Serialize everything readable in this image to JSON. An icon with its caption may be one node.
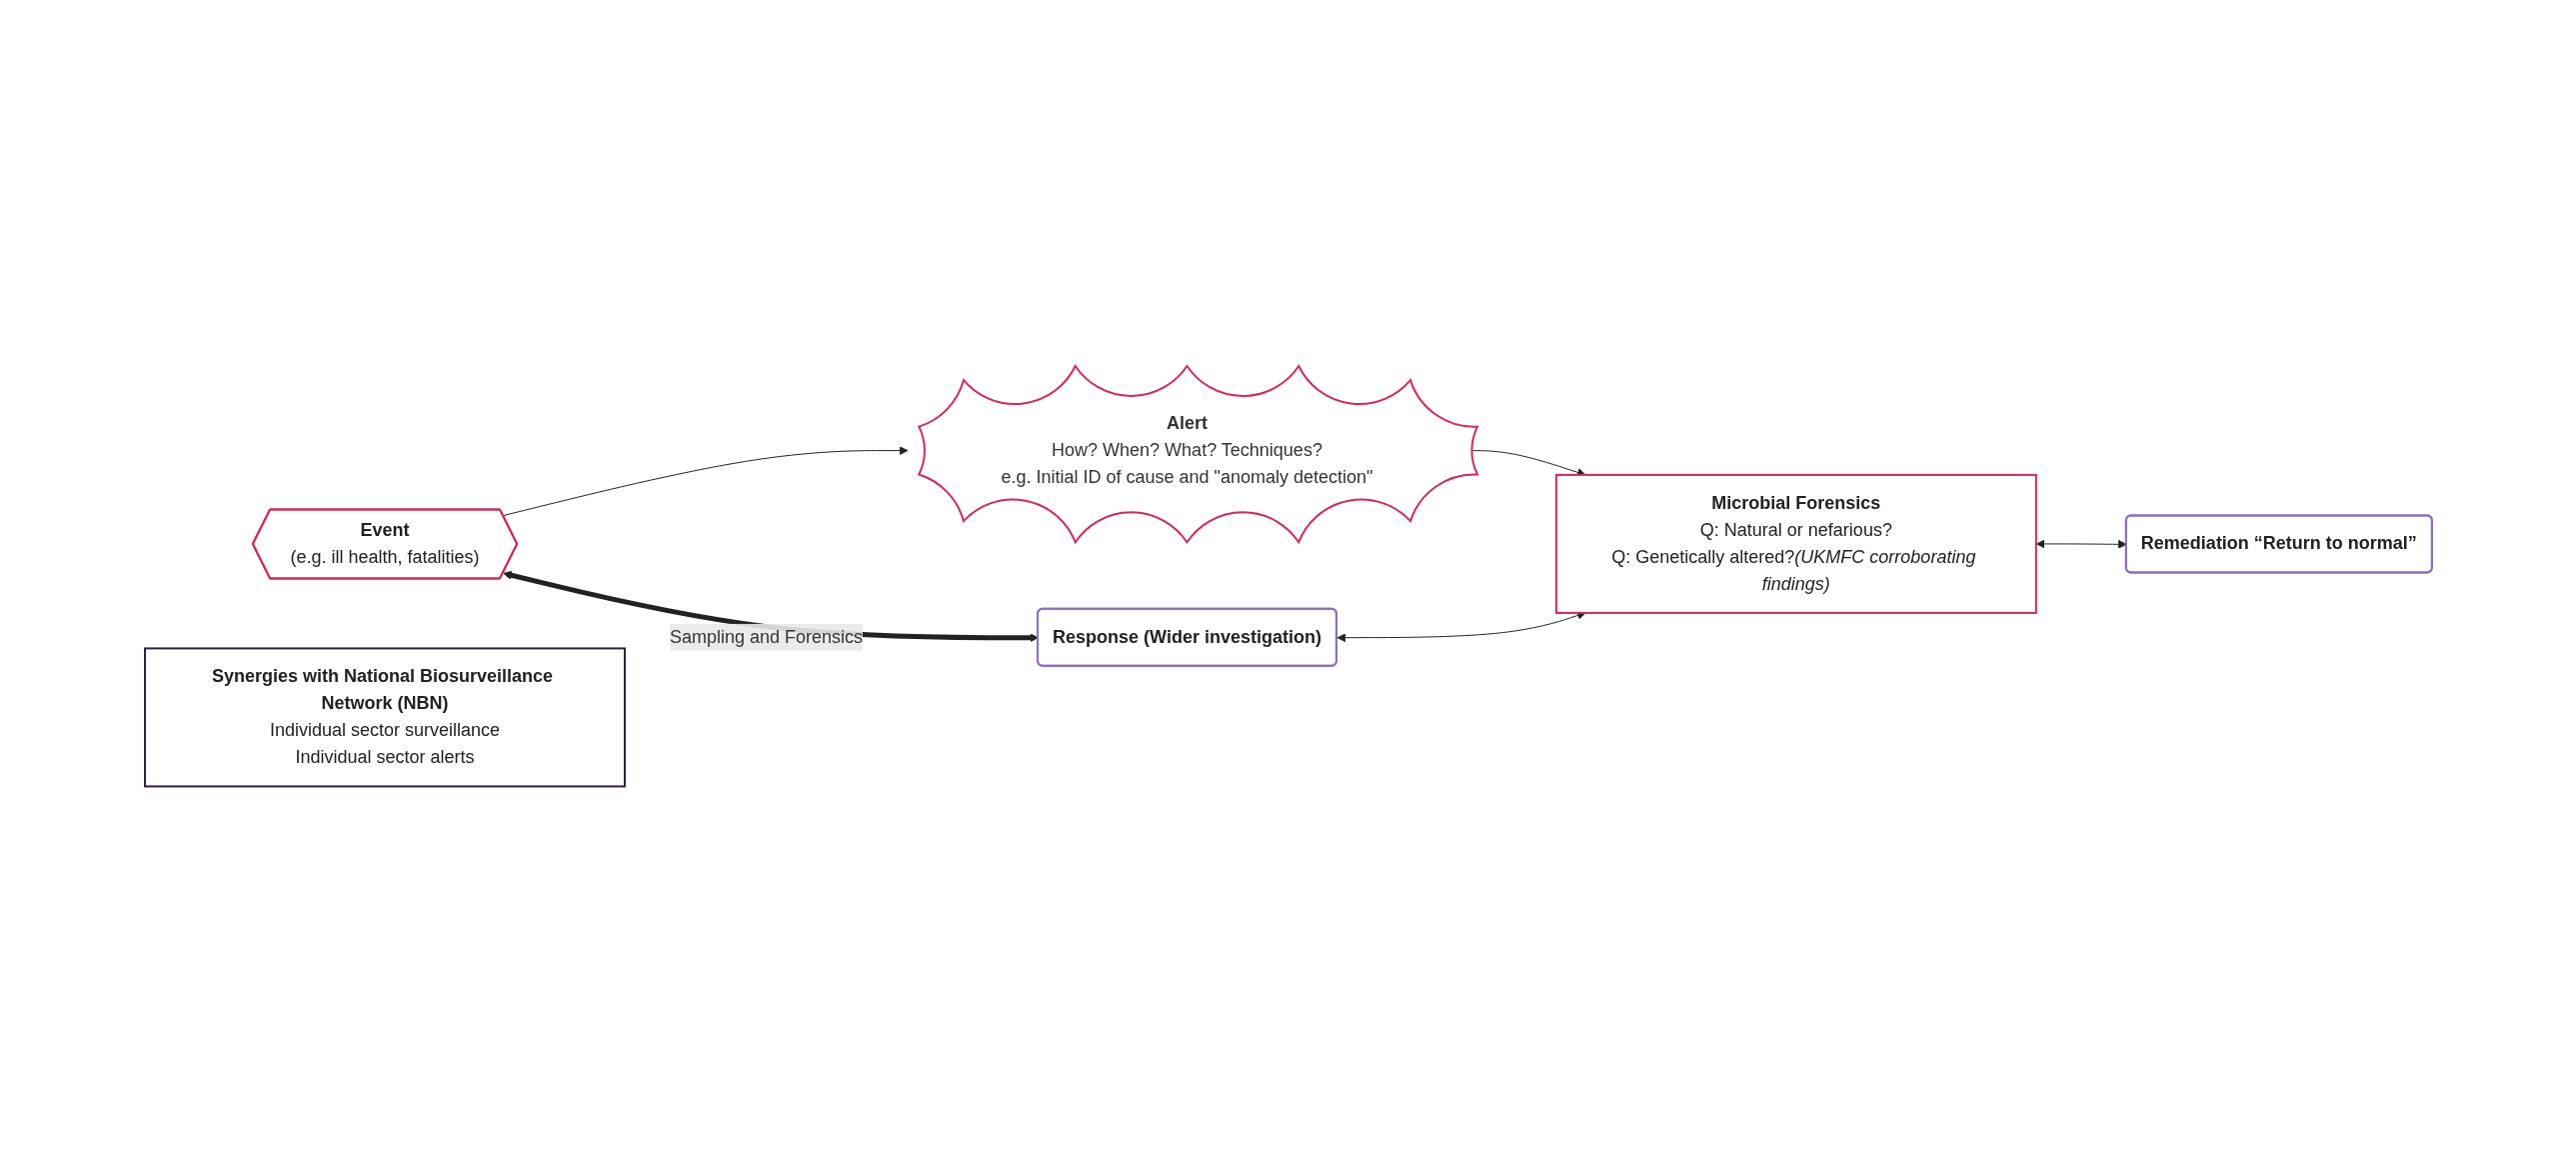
{
  "diagram": {
    "nodes": [
      {
        "text": [
          "Response (Wider investigation)"
        ]
      },
      {
        "text": [
          "Event",
          "(e.g. ill health, fatalities)"
        ]
      },
      {
        "text": [
          "Alert",
          "How? When? What? Techniques?",
          "e.g. Initial ID of cause and \"anomaly detection\""
        ]
      },
      {
        "text": [
          "Microbial Forensics",
          "Q: Natural or nefarious?",
          "Q: Genetically altered?*(UKMFC corroborating findings)*"
        ]
      },
      {
        "text": [
          "Synergies with National Biosurveillance Network (NBN)",
          "Individual sector surveillance",
          "Individual sector alerts"
        ]
      },
      {
        "text": [
          "Remediation “Return to normal”"
        ]
      }
    ],
    "edges": [
      {
        "from": 1,
        "to": 0,
        "arrow": "both",
        "label": "Sampling and Forensics",
        "style": "thick"
      },
      {
        "from": 1,
        "to": 2,
        "arrow": "to"
      },
      {
        "from": 2,
        "to": 3,
        "arrow": "to"
      },
      {
        "from": 0,
        "to": 3,
        "arrow": "both"
      },
      {
        "from": 3,
        "to": 5,
        "arrow": "both"
      }
    ]
  }
}
